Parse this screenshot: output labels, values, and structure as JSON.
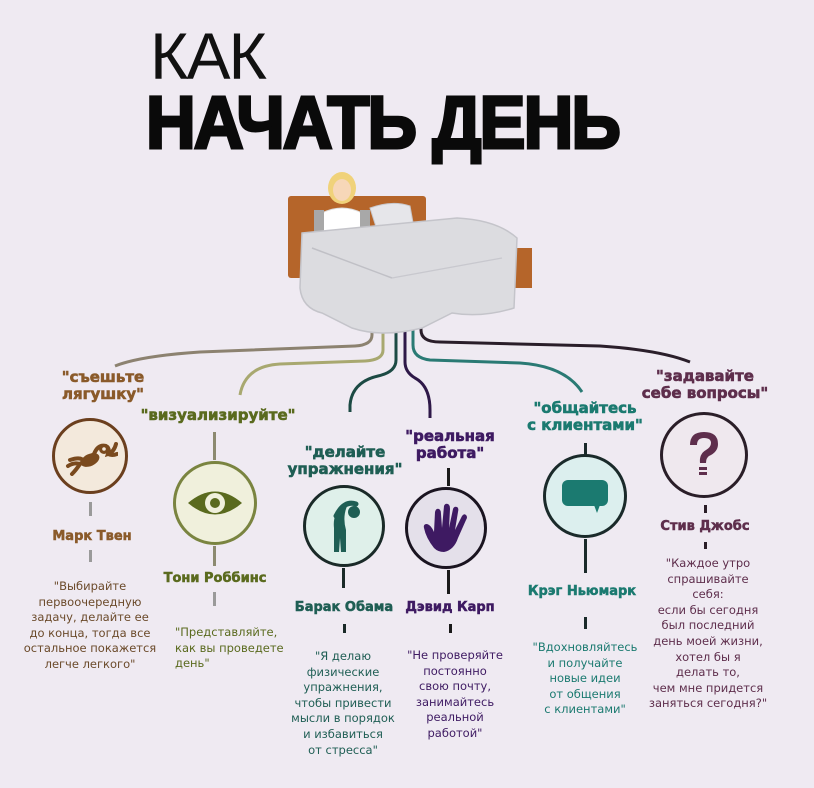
{
  "title": {
    "line1": "КАК",
    "line2": "НАЧАТЬ ДЕНЬ"
  },
  "illustration": {
    "subject": "woman-sitting-in-bed",
    "colors": {
      "headboard": "#b5652a",
      "sheet": "#dcdce0",
      "hair": "#f0d27a"
    }
  },
  "tips": [
    {
      "label": "\"съешьте лягушку\"",
      "label_lines": [
        "\"съешьте",
        "лягушку\""
      ],
      "icon": "frog-icon",
      "author": "Марк Твен",
      "quote_lines": [
        "\"Выбирайте",
        "первоочередную",
        "задачу, делайте ее",
        "до конца, тогда все",
        "остальное покажется",
        "легче легкого\""
      ],
      "color": "#8a5a2a",
      "circle_fill": "#f3e9dc"
    },
    {
      "label": "\"визуализируйте\"",
      "label_lines": [
        "\"визуализируйте\""
      ],
      "icon": "eye-icon",
      "author": "Тони Роббинс",
      "quote_lines": [
        "\"Представляйте,",
        "как вы проведете",
        "день\""
      ],
      "color": "#5a6a1e",
      "circle_fill": "#f0f0dc"
    },
    {
      "label": "\"делайте упражнения\"",
      "label_lines": [
        "\"делайте",
        "упражнения\""
      ],
      "icon": "stretching-person-icon",
      "author": "Барак Обама",
      "quote_lines": [
        "\"Я делаю",
        "физические",
        "упражнения,",
        "чтобы привести",
        "мысли в порядок",
        "и избавиться",
        "от стресса\""
      ],
      "color": "#1f5e54",
      "circle_fill": "#dff0ea"
    },
    {
      "label": "\"реальная работа\"",
      "label_lines": [
        "\"реальная",
        "работа\""
      ],
      "icon": "hand-icon",
      "author": "Дэвид Карп",
      "quote_lines": [
        "\"Не проверяйте",
        "постоянно",
        "свою почту,",
        "занимайтесь",
        "реальной",
        "работой\""
      ],
      "color": "#3e1a62",
      "circle_fill": "#e4e0ea"
    },
    {
      "label": "\"общайтесь с клиентами\"",
      "label_lines": [
        "\"общайтесь",
        "с клиентами\""
      ],
      "icon": "speech-bubble-icon",
      "author": "Крэг Ньюмарк",
      "quote_lines": [
        "\"Вдохновляйтесь",
        "и получайте",
        "новые идеи",
        "от общения",
        "с клиентами\""
      ],
      "color": "#1b7a70",
      "circle_fill": "#dcefee"
    },
    {
      "label": "\"задавайте себе вопросы\"",
      "label_lines": [
        "\"задавайте",
        "себе вопросы\""
      ],
      "icon": "question-mark-icon",
      "author": "Стив Джобс",
      "quote_lines": [
        "\"Каждое утро",
        "спрашивайте",
        "себя:",
        "если бы сегодня",
        "был последний",
        "день моей жизни,",
        "хотел бы я",
        "делать то,",
        "чем мне придется",
        "заняться сегодня?\""
      ],
      "color": "#5e2e4c",
      "circle_fill": "#efe8ee"
    }
  ]
}
